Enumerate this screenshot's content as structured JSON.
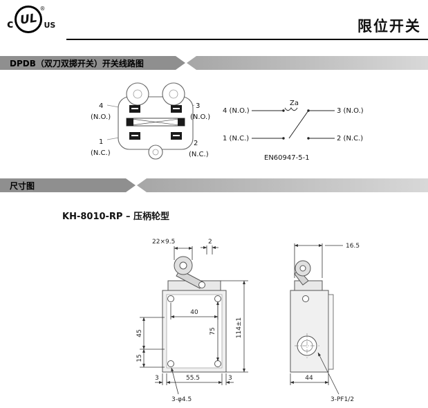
{
  "header": {
    "ul_c": "c",
    "ul_mark": "UL",
    "ul_reg": "®",
    "ul_us": "US",
    "title": "限位开关"
  },
  "sections": {
    "wiring_title": "DPDB（双刀双掷开关）开关线路图",
    "dimensions_title": "尺寸图"
  },
  "wiring": {
    "terminals": {
      "t4_num": "4",
      "t4_type": "(N.O.)",
      "t3_num": "3",
      "t3_type": "(N.O.)",
      "t1_num": "1",
      "t1_type": "(N.C.)",
      "t2_num": "2",
      "t2_type": "(N.C.)"
    },
    "schematic": {
      "left_top": "4 (N.O.)",
      "right_top": "3 (N.O.)",
      "left_bottom": "1 (N.C.)",
      "right_bottom": "2 (N.C.)",
      "za": "Za",
      "standard": "EN60947-5-1"
    }
  },
  "dimensions": {
    "model": "KH-8010-RP – 压柄轮型",
    "front": {
      "roller_size": "22×9.5",
      "lever_offset": "2",
      "total_height": "114±1",
      "hole_pitch_h": "40",
      "hole_pitch_v": "75",
      "upper": "45",
      "lower": "15",
      "bottom_left": "3",
      "bottom_center": "55.5",
      "bottom_right": "3",
      "mount_holes": "3-φ4.5"
    },
    "side": {
      "head_depth": "16.5",
      "body_depth": "44",
      "conduit": "3-PF1/2"
    }
  }
}
